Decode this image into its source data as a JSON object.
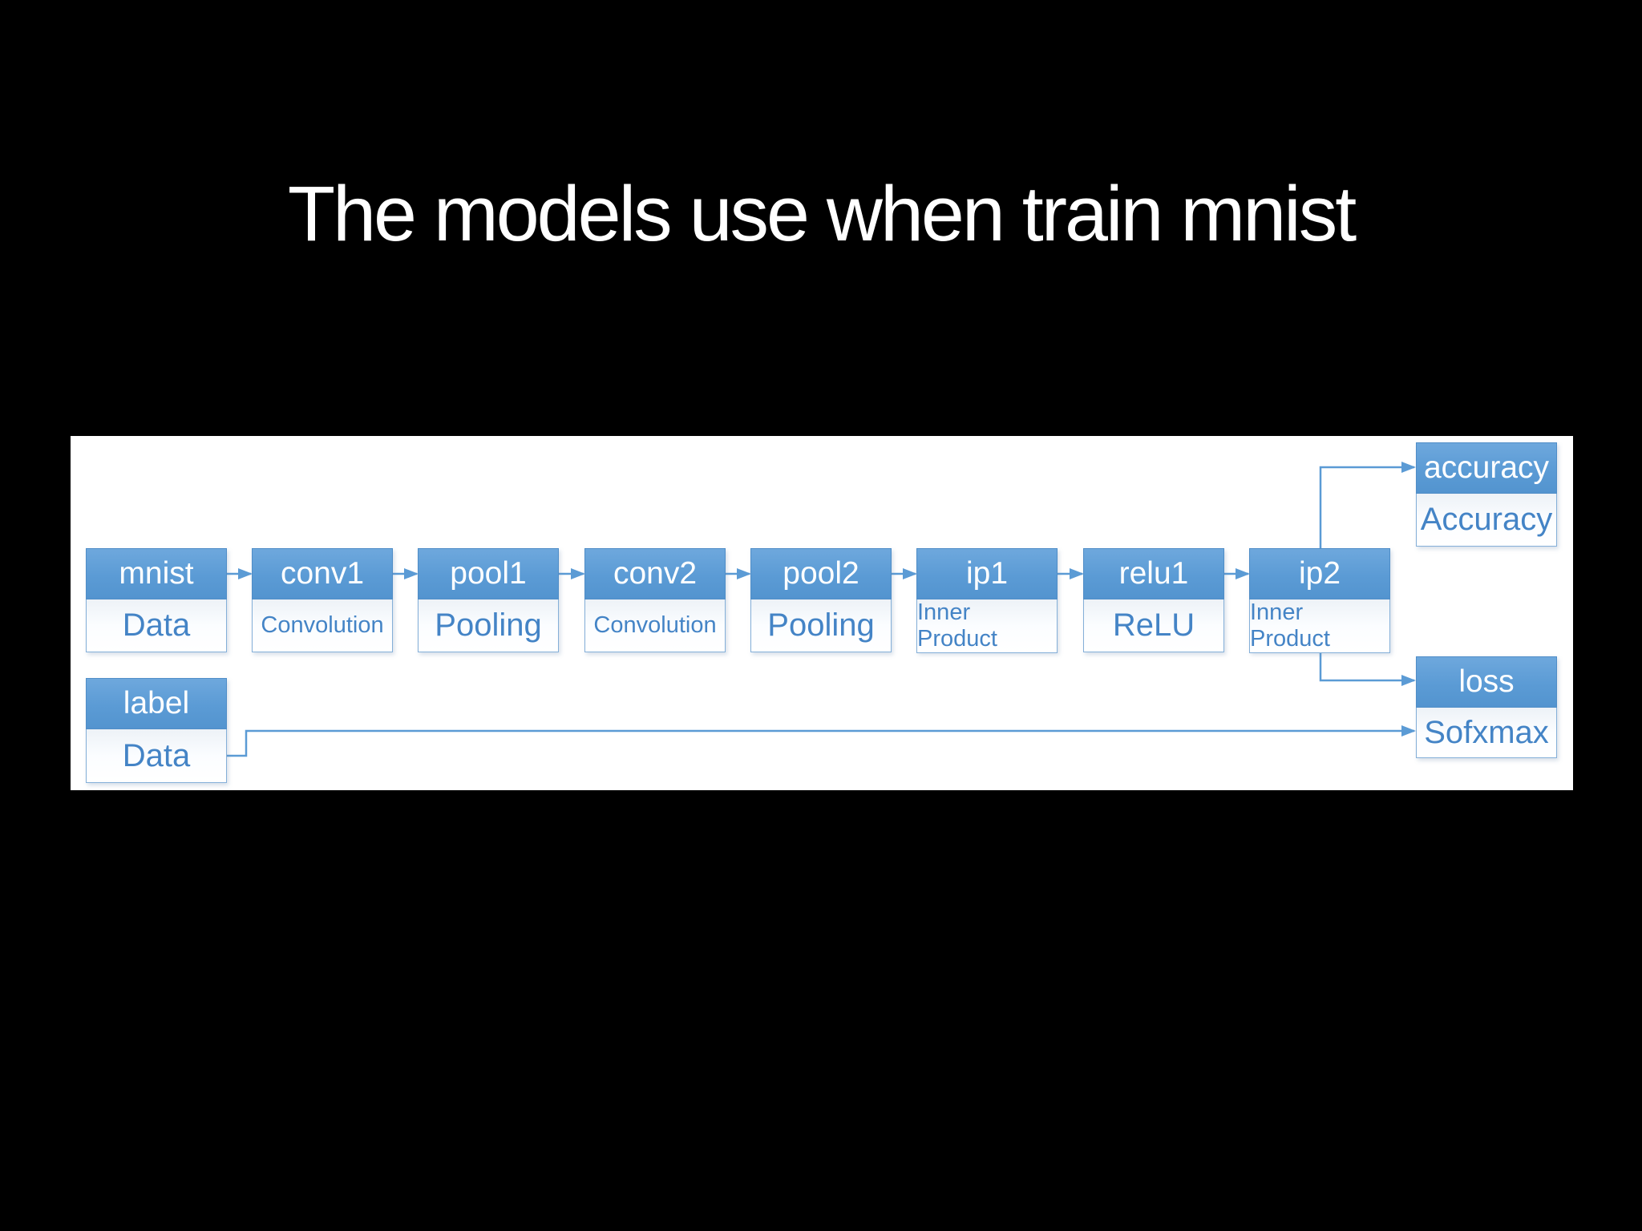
{
  "title": "The models use when train mnist",
  "colors": {
    "slide_background": "#000000",
    "panel_background": "#ffffff",
    "node_header_blue": "#5b9bd5",
    "node_body_text_blue": "#4484c6",
    "connector_blue": "#5b9bd5",
    "title_text": "#ffffff"
  },
  "diagram": {
    "nodes": {
      "mnist": {
        "name": "mnist",
        "type": "Data"
      },
      "conv1": {
        "name": "conv1",
        "type": "Convolution"
      },
      "pool1": {
        "name": "pool1",
        "type": "Pooling"
      },
      "conv2": {
        "name": "conv2",
        "type": "Convolution"
      },
      "pool2": {
        "name": "pool2",
        "type": "Pooling"
      },
      "ip1": {
        "name": "ip1",
        "type": "Inner Product"
      },
      "relu1": {
        "name": "relu1",
        "type": "ReLU"
      },
      "ip2": {
        "name": "ip2",
        "type": "Inner Product"
      },
      "accuracy": {
        "name": "accuracy",
        "type": "Accuracy"
      },
      "loss": {
        "name": "loss",
        "type": "Sofxmax"
      },
      "label": {
        "name": "label",
        "type": "Data"
      }
    },
    "edges": [
      "mnist->conv1",
      "conv1->pool1",
      "pool1->conv2",
      "conv2->pool2",
      "pool2->ip1",
      "ip1->relu1",
      "relu1->ip2",
      "ip2->accuracy",
      "ip2->loss",
      "label->loss"
    ]
  }
}
